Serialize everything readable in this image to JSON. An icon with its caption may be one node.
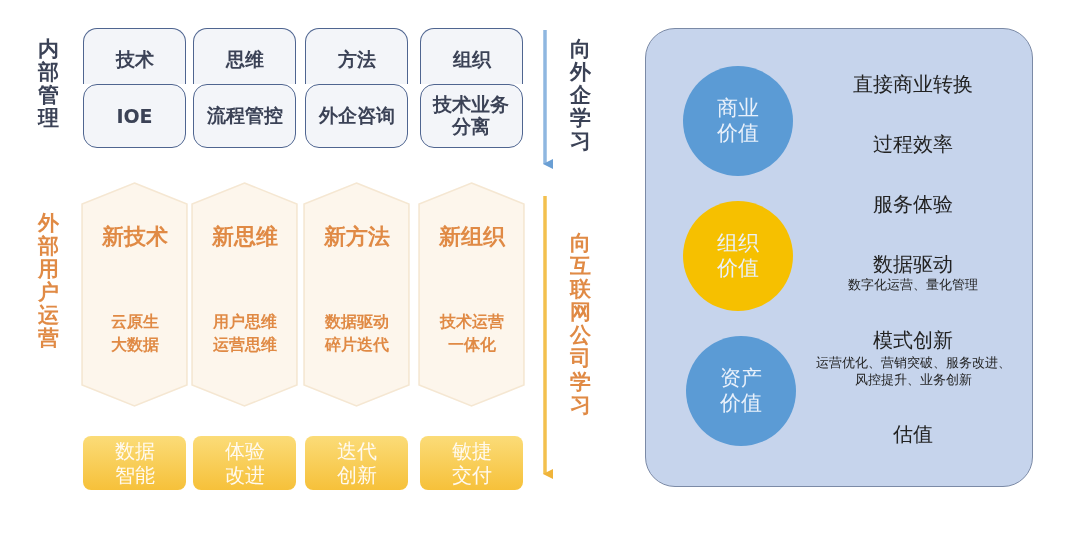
{
  "diagram": {
    "nodes": [
      {
        "text": [
          "技术"
        ]
      },
      {
        "text": [
          "思维"
        ]
      },
      {
        "text": [
          "方法"
        ]
      },
      {
        "text": [
          "组织"
        ]
      },
      {
        "text": [
          "IOE"
        ]
      },
      {
        "text": [
          "流程管控"
        ]
      },
      {
        "text": [
          "外企咨询"
        ]
      },
      {
        "text": [
          "技术业务分离"
        ]
      },
      {
        "text": [
          "新技术",
          "云原生",
          "大数据"
        ]
      },
      {
        "text": [
          "新思维",
          "用户思维",
          "运营思维"
        ]
      },
      {
        "text": [
          "新方法",
          "数据驱动",
          "碎片迭代"
        ]
      },
      {
        "text": [
          "新组织",
          "技术运营",
          "一体化"
        ]
      },
      {
        "text": [
          "数据智能"
        ]
      },
      {
        "text": [
          "体验改进"
        ]
      },
      {
        "text": [
          "迭代创新"
        ]
      },
      {
        "text": [
          "敏捷交付"
        ]
      },
      {
        "text": [
          "直接商业转换",
          "过程效率",
          "服务体验",
          "数据驱动",
          "数字化运营、量化管理",
          "模式创新",
          "运营优化、营销突破、服务改进、风控提升、业务创新",
          "估值"
        ]
      },
      {
        "text": [
          "商业价值"
        ],
        "in": 16
      },
      {
        "text": [
          "组织价值"
        ],
        "in": 16
      },
      {
        "text": [
          "资产价值"
        ],
        "in": 16
      }
    ],
    "edges": [],
    "labels": [
      "内部管理",
      "向外企学习",
      "外部用户运营",
      "向互联网公司学习"
    ]
  }
}
